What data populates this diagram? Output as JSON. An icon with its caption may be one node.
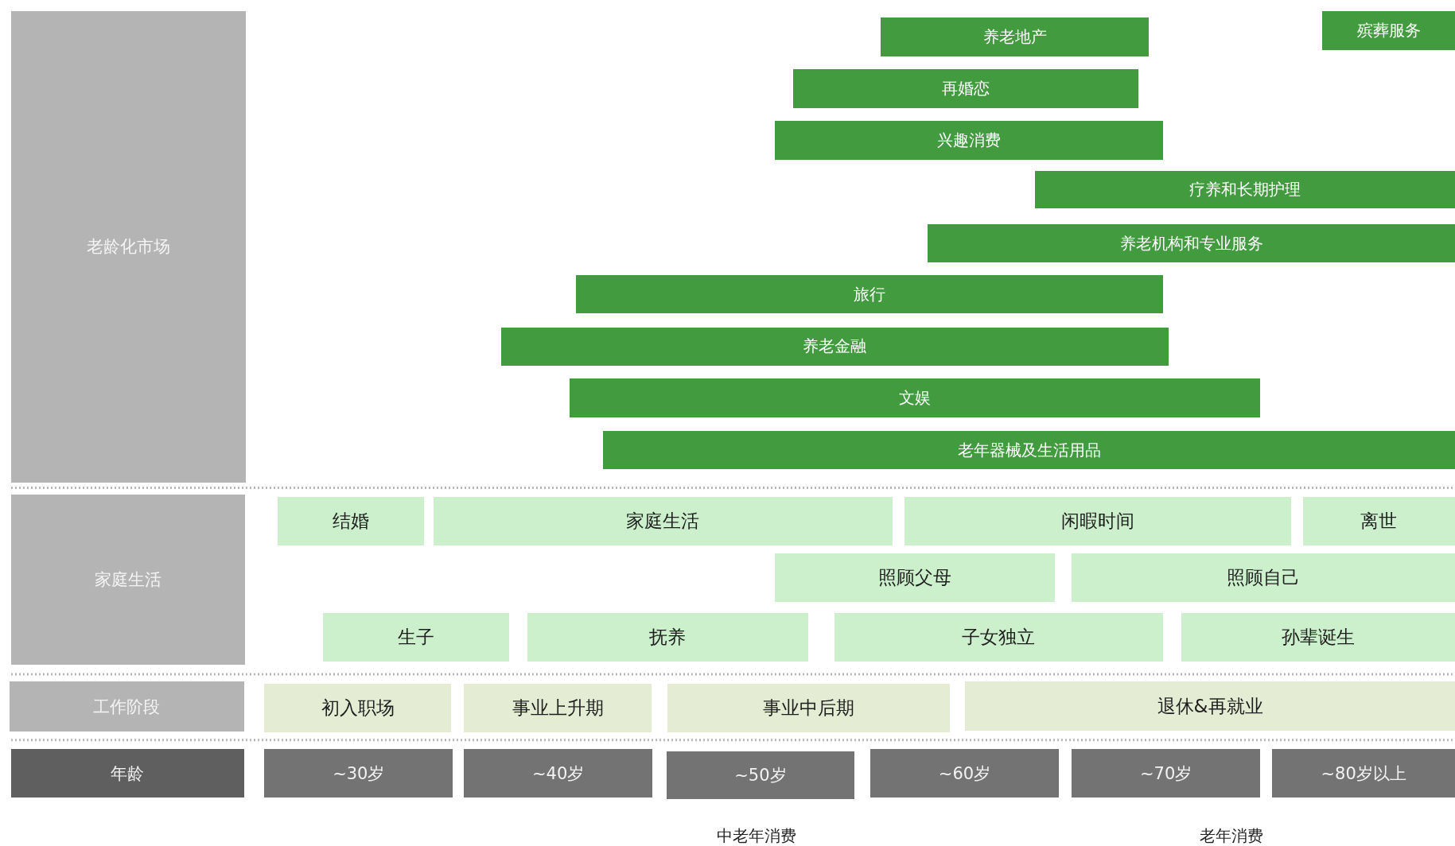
{
  "diagram": {
    "nodes": [
      {
        "text": [
          "老龄化市场"
        ]
      },
      {
        "text": [
          "养老地产"
        ]
      },
      {
        "text": [
          "殡葬服务"
        ]
      },
      {
        "text": [
          "再婚恋"
        ]
      },
      {
        "text": [
          "兴趣消费"
        ]
      },
      {
        "text": [
          "疗养和长期护理"
        ]
      },
      {
        "text": [
          "养老机构和专业服务"
        ]
      },
      {
        "text": [
          "旅行"
        ]
      },
      {
        "text": [
          "养老金融"
        ]
      },
      {
        "text": [
          "文娱"
        ]
      },
      {
        "text": [
          "老年器械及生活用品"
        ]
      },
      {
        "text": [
          "家庭生活"
        ]
      },
      {
        "text": [
          "结婚"
        ]
      },
      {
        "text": [
          "家庭生活"
        ]
      },
      {
        "text": [
          "闲暇时间"
        ]
      },
      {
        "text": [
          "离世"
        ]
      },
      {
        "text": [
          "照顾父母"
        ]
      },
      {
        "text": [
          "照顾自己"
        ]
      },
      {
        "text": [
          "生子"
        ]
      },
      {
        "text": [
          "抚养"
        ]
      },
      {
        "text": [
          "子女独立"
        ]
      },
      {
        "text": [
          "孙辈诞生"
        ]
      },
      {
        "text": [
          "工作阶段"
        ]
      },
      {
        "text": [
          "初入职场"
        ]
      },
      {
        "text": [
          "事业上升期"
        ]
      },
      {
        "text": [
          "事业中后期"
        ]
      },
      {
        "text": [
          "退休&再就业"
        ]
      },
      {
        "text": [
          "年龄"
        ]
      },
      {
        "text": [
          "~30岁"
        ]
      },
      {
        "text": [
          "~40岁"
        ]
      },
      {
        "text": [
          "~50岁"
        ]
      },
      {
        "text": [
          "~60岁"
        ]
      },
      {
        "text": [
          "~70岁"
        ]
      },
      {
        "text": [
          "~80岁以上"
        ]
      }
    ],
    "labels": [
      "中老年消费",
      "老年消费"
    ]
  }
}
